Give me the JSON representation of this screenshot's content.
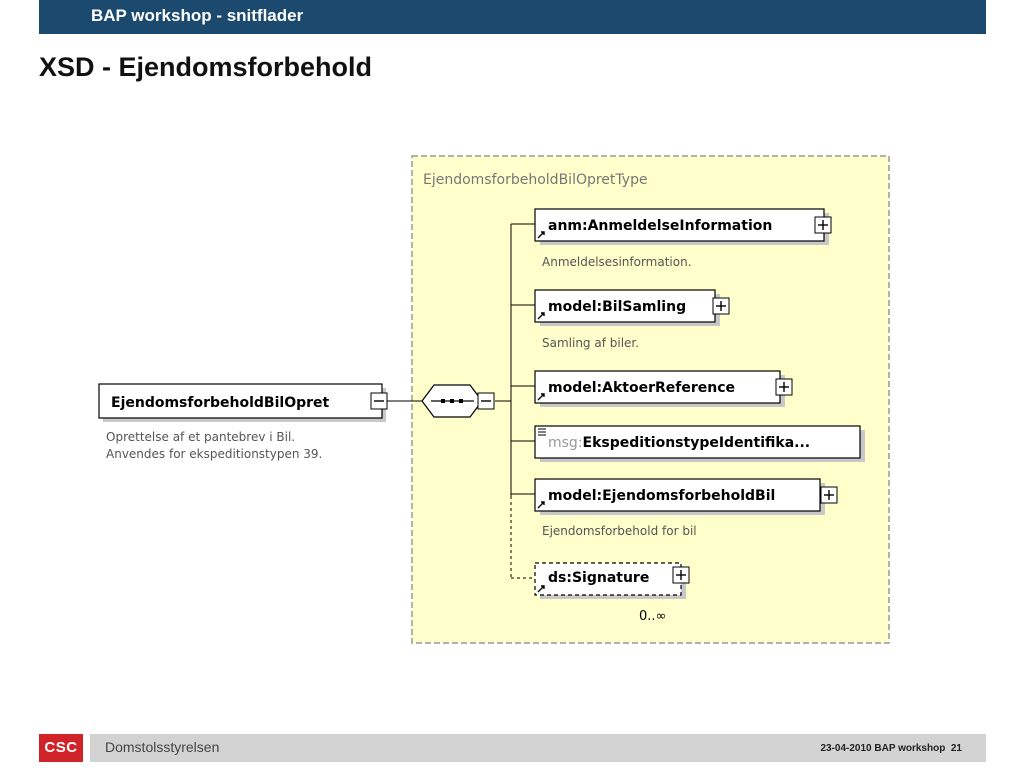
{
  "header": {
    "text": "BAP workshop - snitflader"
  },
  "slide": {
    "title": "XSD - Ejendomsforbehold"
  },
  "diagram": {
    "type_name": "EjendomsforbeholdBilOpretType",
    "root": {
      "name": "EjendomsforbeholdBilOpret",
      "doc_line1": "Oprettelse af et pantebrev i Bil.",
      "doc_line2": "Anvendes for ekspeditionstypen 39."
    },
    "elements": [
      {
        "name": "anm:AnmeldelseInformation",
        "doc": "Anmeldelsesinformation."
      },
      {
        "name": "model:BilSamling",
        "doc": "Samling af biler."
      },
      {
        "name": "model:AktoerReference",
        "doc": ""
      },
      {
        "prefix": "msg:",
        "name": "EkspeditionstypeIdentifika..."
      },
      {
        "name": "model:EjendomsforbeholdBil",
        "doc": "Ejendomsforbehold for bil"
      },
      {
        "name": "ds:Signature",
        "cardinality": "0..∞"
      }
    ],
    "colors": {
      "type_bg": "#ffffcc",
      "border": "#999999",
      "type_label": "#777777",
      "doc_text": "#555555"
    }
  },
  "footer": {
    "logo_text": "CSC",
    "org": "Domstolsstyrelsen",
    "date": "23-04-2010",
    "event": "BAP workshop",
    "page": "21"
  }
}
